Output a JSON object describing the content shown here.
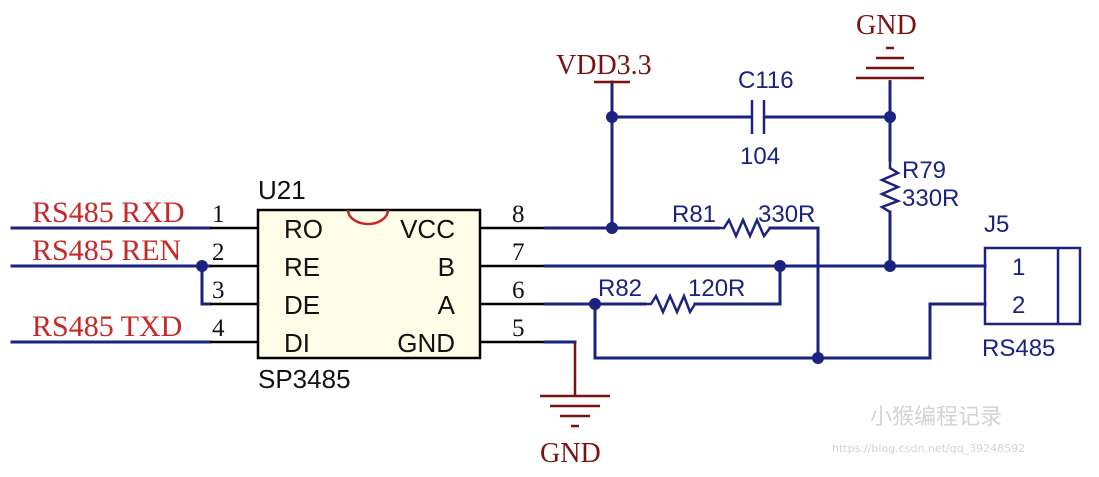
{
  "chip": {
    "ref": "U21",
    "part": "SP3485",
    "left_pins": [
      {
        "num": "1",
        "name": "RO",
        "net": "RS485_RXD"
      },
      {
        "num": "2",
        "name": "RE",
        "net": "RS485_REN"
      },
      {
        "num": "3",
        "name": "DE",
        "net": ""
      },
      {
        "num": "4",
        "name": "DI",
        "net": "RS485_TXD"
      }
    ],
    "right_pins": [
      {
        "num": "8",
        "name": "VCC"
      },
      {
        "num": "7",
        "name": "B"
      },
      {
        "num": "6",
        "name": "A"
      },
      {
        "num": "5",
        "name": "GND"
      }
    ]
  },
  "power": {
    "vdd": "VDD3.3",
    "gnd_top": "GND",
    "gnd_bottom": "GND"
  },
  "components": {
    "c116": {
      "ref": "C116",
      "value": "104"
    },
    "r79": {
      "ref": "R79",
      "value": "330R"
    },
    "r81": {
      "ref": "R81",
      "value": "330R"
    },
    "r82": {
      "ref": "R82",
      "value": "120R"
    }
  },
  "connector": {
    "ref": "J5",
    "name": "RS485",
    "pins": [
      "1",
      "2"
    ]
  },
  "watermark": {
    "line1": "小猴编程记录",
    "line2": "https://blog.csdn.net/qq_39248592"
  },
  "colors": {
    "wire": "#1a237e",
    "net_label": "#c62828",
    "power": "#7b1111",
    "outline": "#000000"
  }
}
